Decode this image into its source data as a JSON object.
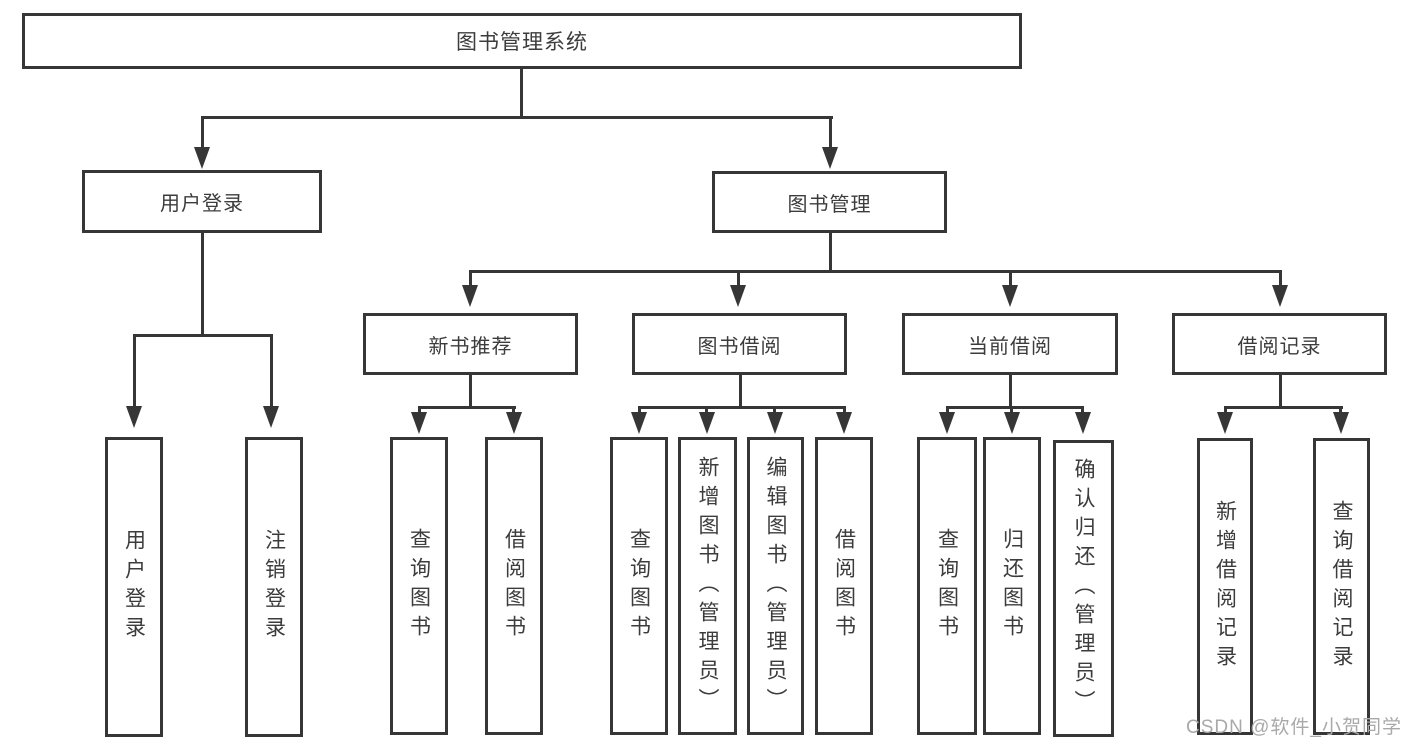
{
  "tree": {
    "label": "图书管理系统",
    "children": [
      {
        "label": "用户登录",
        "children": [
          {
            "label": "用户登录"
          },
          {
            "label": "注销登录"
          }
        ]
      },
      {
        "label": "图书管理",
        "children": [
          {
            "label": "新书推荐",
            "children": [
              {
                "label": "查询图书"
              },
              {
                "label": "借阅图书"
              }
            ]
          },
          {
            "label": "图书借阅",
            "children": [
              {
                "label": "查询图书"
              },
              {
                "label": "新增图书（管理员）"
              },
              {
                "label": "编辑图书（管理员）"
              },
              {
                "label": "借阅图书"
              }
            ]
          },
          {
            "label": "当前借阅",
            "children": [
              {
                "label": "查询图书"
              },
              {
                "label": "归还图书"
              },
              {
                "label": "确认归还（管理员）"
              }
            ]
          },
          {
            "label": "借阅记录",
            "children": [
              {
                "label": "新增借阅记录"
              },
              {
                "label": "查询借阅记录"
              }
            ]
          }
        ]
      }
    ]
  },
  "watermark": {
    "text": "CSDN @软件_小贺同学"
  },
  "colors": {
    "line": "#363636",
    "text": "#3c3c3c",
    "watermark": "#a9a9a9",
    "bg": "#ffffff"
  }
}
